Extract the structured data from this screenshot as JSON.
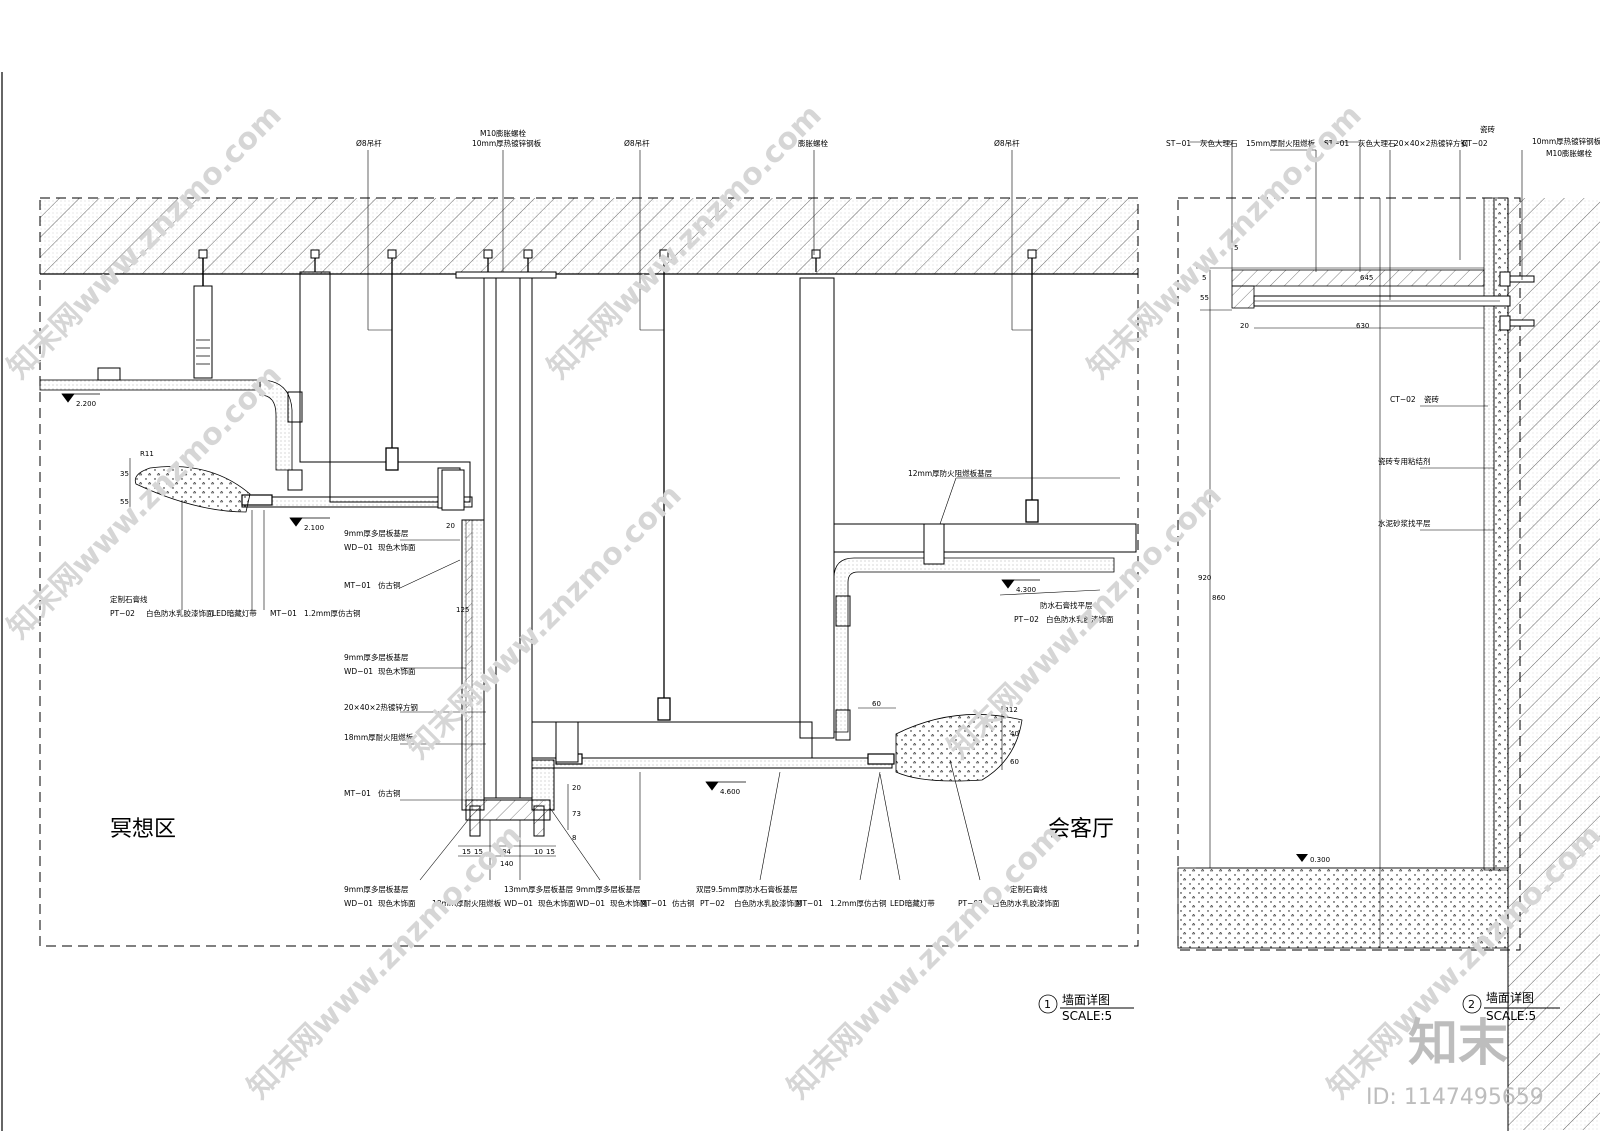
{
  "watermark": {
    "text": "知末网www.znzmo.com",
    "brand": "知末",
    "id_label": "ID: 1147495659"
  },
  "drawing1": {
    "title": "墙面详图",
    "number": "1",
    "scale": "SCALE:5",
    "area_left": "冥想区",
    "area_right": "会客厅",
    "top_labels": {
      "rod1": "Ø8吊杆",
      "bolt": "M10膨胀螺栓",
      "steel_plate": "10mm厚热镀锌钢板",
      "rod2": "Ø8吊杆",
      "exp_bolt": "膨胀螺栓",
      "rod3": "Ø8吊杆"
    },
    "left_labels": {
      "gypsum_line_title": "定制石膏线",
      "pt02_a": "PT−02",
      "pt02_a_desc": "白色防水乳胶漆饰面",
      "led": "LED暗藏灯带",
      "mt01_a": "MT−01",
      "mt01_a_desc": "1.2mm厚仿古铜",
      "plywood_a": "9mm厚多层板基层",
      "wd01_a": "WD−01",
      "wd01_a_desc": "现色木饰面",
      "mt01_b": "MT−01",
      "mt01_b_desc": "仿古铜",
      "plywood_b": "9mm厚多层板基层",
      "wd01_b": "WD−01",
      "wd01_b_desc": "现色木饰面",
      "tube": "20×40×2热镀锌方钢",
      "fireboard": "18mm厚耐火阻燃板",
      "mt01_c": "MT−01",
      "mt01_c_desc": "仿古铜"
    },
    "bottom_labels": {
      "b1_top": "9mm厚多层板基层",
      "b1_code": "WD−01",
      "b1_desc": "现色木饰面",
      "b2": "18mm厚耐火阻燃板",
      "b3_top": "13mm厚多层板基层",
      "b3_code": "WD−01",
      "b3_desc": "现色木饰面",
      "b4_top": "9mm厚多层板基层",
      "b4_code": "WD−01",
      "b4_desc": "现色木饰面",
      "b5_code": "MT−01",
      "b5_desc": "仿古铜",
      "b6_top": "双层9.5mm厚防水石膏板基层",
      "b6_code": "PT−02",
      "b6_desc": "白色防水乳胶漆饰面",
      "b7_code": "MT−01",
      "b7_desc": "1.2mm厚仿古铜",
      "b8": "LED暗藏灯带",
      "b9_top": "定制石膏线",
      "b9_code": "PT−02",
      "b9_desc": "白色防水乳胶漆饰面"
    },
    "right_labels": {
      "fireboard12": "12mm厚防火阻燃板基层",
      "level_coat": "防水石膏找平层",
      "pt02_r": "PT−02",
      "pt02_r_desc": "白色防水乳胶漆饰面"
    },
    "levels": {
      "l1": "2.200",
      "l2": "2.100",
      "l3": "4.300",
      "l4": "4.600"
    },
    "dims": {
      "r11": "R11",
      "d35": "35",
      "d55": "55",
      "d20": "20",
      "d125": "125",
      "d60a": "60",
      "r12": "R12",
      "d40": "40",
      "d60b": "60",
      "d73": "73",
      "d8": "8",
      "d20b": "20",
      "b15a": "15",
      "b15b": "15",
      "b84": "84",
      "b10": "10",
      "b15c": "15",
      "b140": "140"
    }
  },
  "drawing2": {
    "title": "墙面详图",
    "number": "2",
    "scale": "SCALE:5",
    "top_labels": {
      "st01_a": "ST−01",
      "st01_a_desc": "灰色大理石",
      "fireboard15": "15mm厚耐火阻燃板",
      "st01_b": "ST−01",
      "st01_b_desc": "灰色大理石",
      "tube": "20×40×2热镀锌方钢",
      "brick": "瓷砖",
      "ct02": "CT−02",
      "steel10": "10mm厚热镀锌钢板",
      "bolt": "M10膨胀螺栓"
    },
    "side_labels": {
      "ct02_b": "CT−02",
      "ct02_b_desc": "瓷砖",
      "adhesive": "瓷砖专用粘结剂",
      "cement": "水泥砂浆找平层"
    },
    "dims": {
      "d645": "645",
      "d630": "630",
      "d5": "5",
      "d55": "55",
      "d5b": "5",
      "d20": "20",
      "d920": "920",
      "d860": "860"
    },
    "level": "0.300"
  }
}
